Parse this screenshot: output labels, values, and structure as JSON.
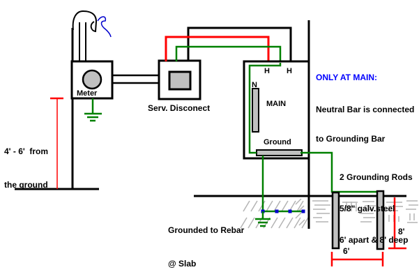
{
  "palette": {
    "wire_black": "#000000",
    "wire_red": "#ff0000",
    "wire_green": "#008000",
    "wire_blue": "#0000cd",
    "note_blue": "#0000ff",
    "metal_gray": "#c0c0c0",
    "hatch_gray": "#b4b4b4",
    "dimension_red": "#ff0000",
    "background": "#ffffff"
  },
  "labels": {
    "meter": "Meter",
    "service_disconnect": "Serv. Disconect",
    "main": "MAIN",
    "neutral_bus": "N",
    "hot_1": "H",
    "hot_2": "H",
    "ground_bus": "Ground"
  },
  "notes": {
    "only_at_main_title": "ONLY AT MAIN:",
    "only_at_main_line1": "Neutral Bar is connected",
    "only_at_main_line2": "to Grounding Bar",
    "rods_line1": "2 Grounding Rods",
    "rods_line2": "5/8\" galv.steel",
    "rods_line3": "6' apart & 8' deep",
    "rebar_line1": "Grounded to Rebar",
    "rebar_line2": "@ Slab",
    "meter_height_line1": "4' - 6'  from",
    "meter_height_line2": "the ground"
  },
  "dimensions": {
    "rod_spacing": "6'",
    "rod_depth": "8'"
  }
}
